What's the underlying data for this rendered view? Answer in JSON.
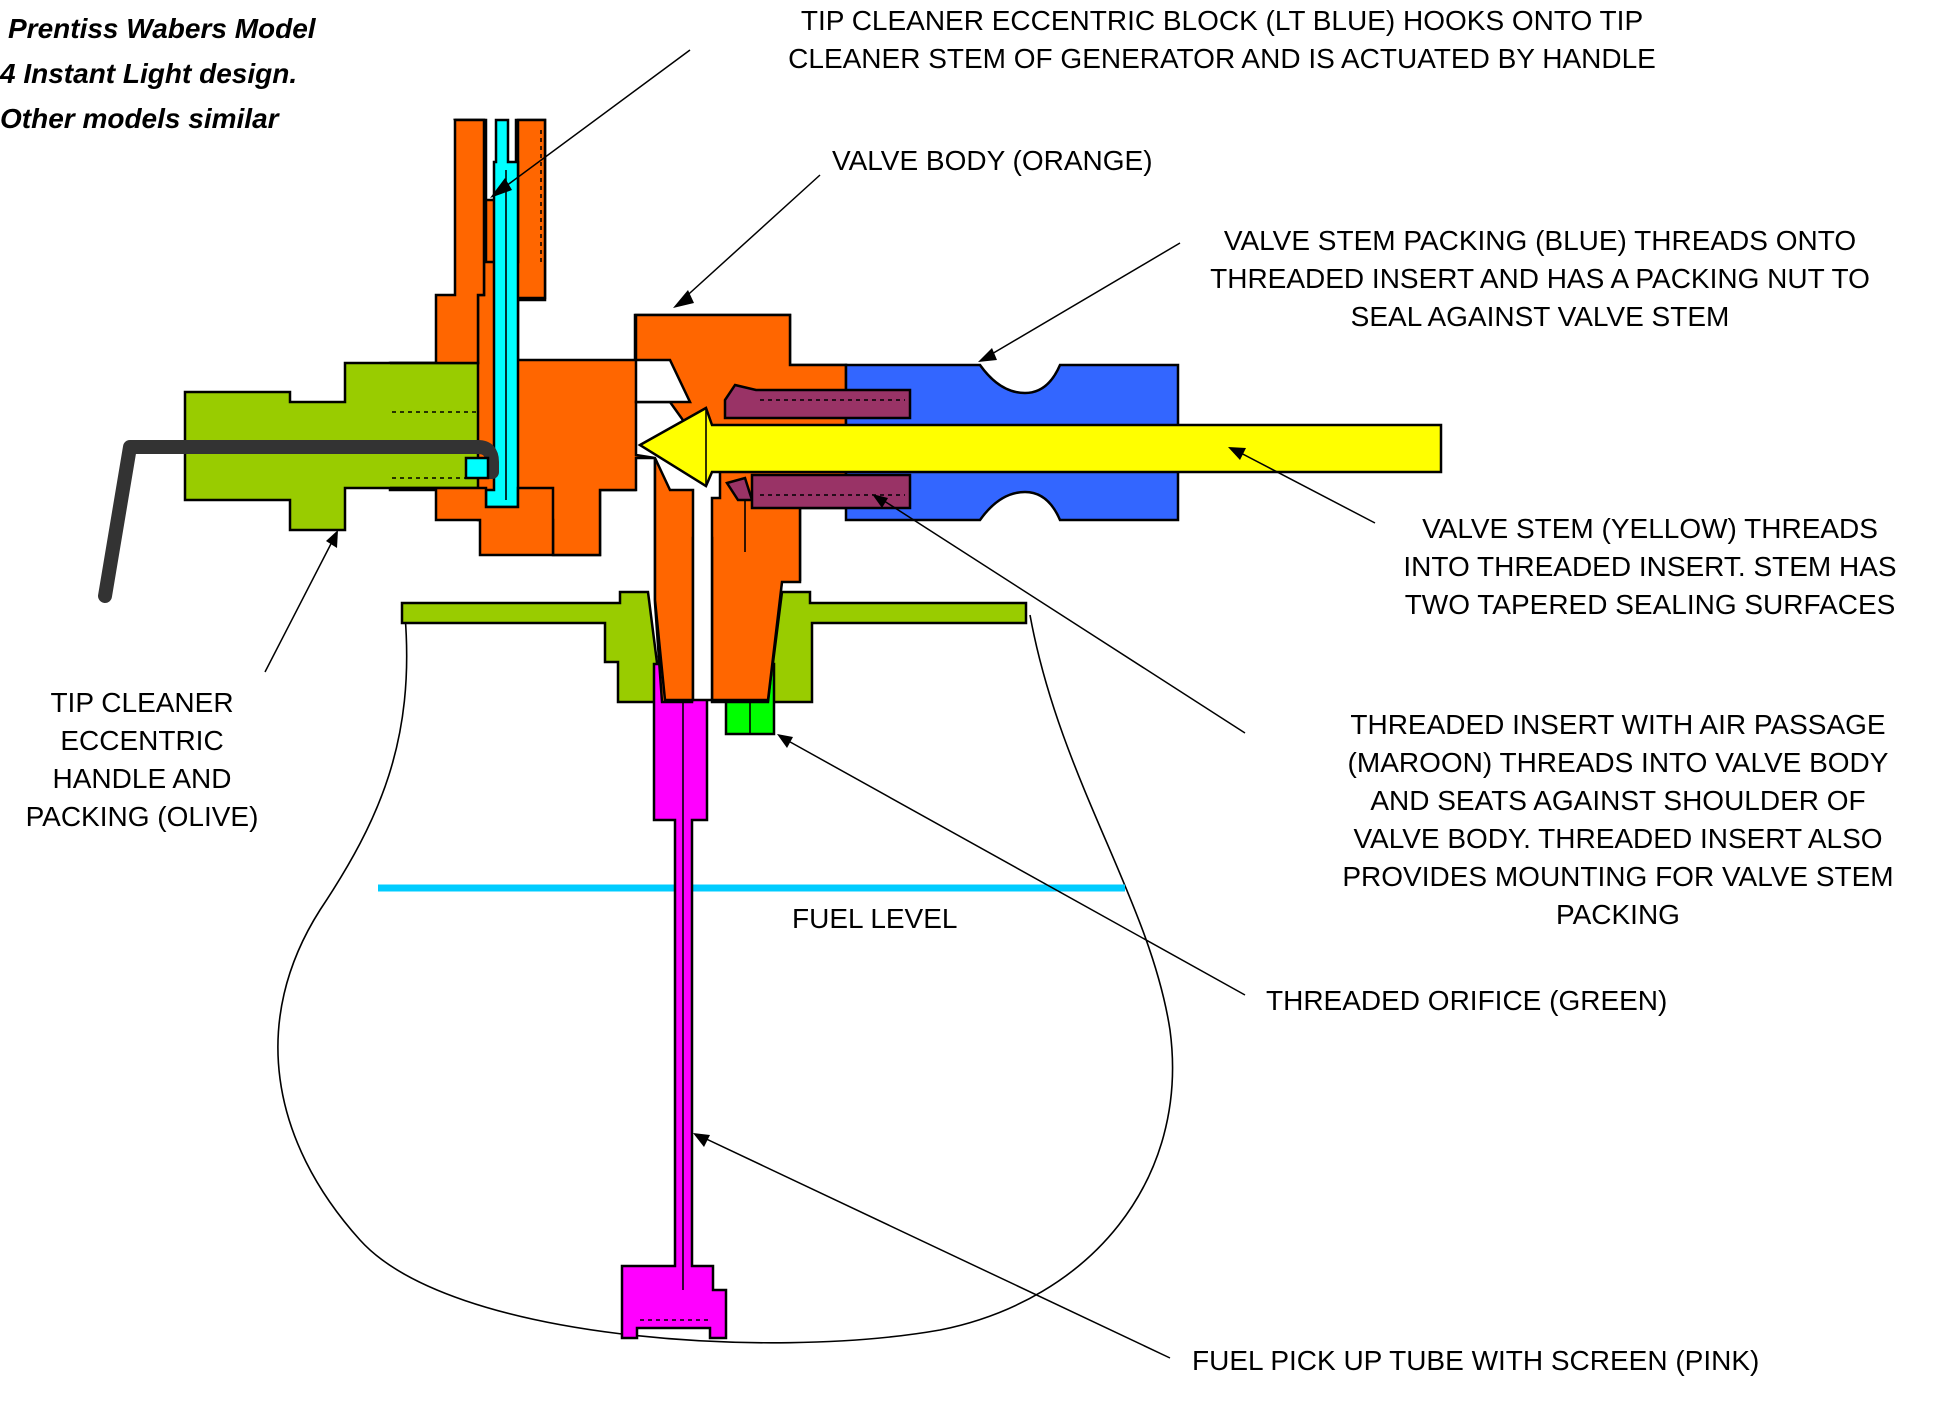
{
  "title": {
    "lines": [
      "Prentiss Wabers Model",
      "4 Instant Light design.",
      "Other models similar"
    ]
  },
  "labels": {
    "tip_cleaner_block": [
      "TIP CLEANER ECCENTRIC BLOCK (LT BLUE) HOOKS ONTO TIP",
      "CLEANER STEM OF GENERATOR AND IS ACTUATED BY HANDLE"
    ],
    "valve_body": [
      "VALVE BODY (ORANGE)"
    ],
    "valve_stem_packing": [
      "VALVE STEM PACKING (BLUE) THREADS ONTO",
      "THREADED INSERT  AND HAS A PACKING NUT TO",
      "SEAL AGAINST VALVE STEM"
    ],
    "valve_stem": [
      "VALVE STEM (YELLOW) THREADS",
      "INTO THREADED INSERT.  STEM HAS",
      "TWO TAPERED SEALING SURFACES"
    ],
    "tip_cleaner_handle": [
      "TIP CLEANER",
      "ECCENTRIC",
      "HANDLE AND",
      "PACKING (OLIVE)"
    ],
    "threaded_insert": [
      "THREADED INSERT WITH AIR PASSAGE",
      "(MAROON) THREADS INTO VALVE BODY",
      "AND SEATS AGAINST SHOULDER OF",
      "VALVE BODY.  THREADED INSERT ALSO",
      "PROVIDES MOUNTING FOR VALVE STEM",
      "PACKING"
    ],
    "fuel_level": [
      "FUEL LEVEL"
    ],
    "threaded_orifice": [
      "THREADED ORIFICE (GREEN)"
    ],
    "fuel_pickup": [
      "FUEL PICK UP TUBE WITH SCREEN (PINK)"
    ]
  },
  "colors": {
    "orange": "#FF6600",
    "light_blue": "#00FFFF",
    "blue": "#3366FF",
    "olive": "#99CC00",
    "yellow": "#FFFF00",
    "maroon": "#993366",
    "green": "#00FF00",
    "pink": "#FF00FF",
    "fuel_line": "#00CCFF",
    "handle": "#333333"
  }
}
